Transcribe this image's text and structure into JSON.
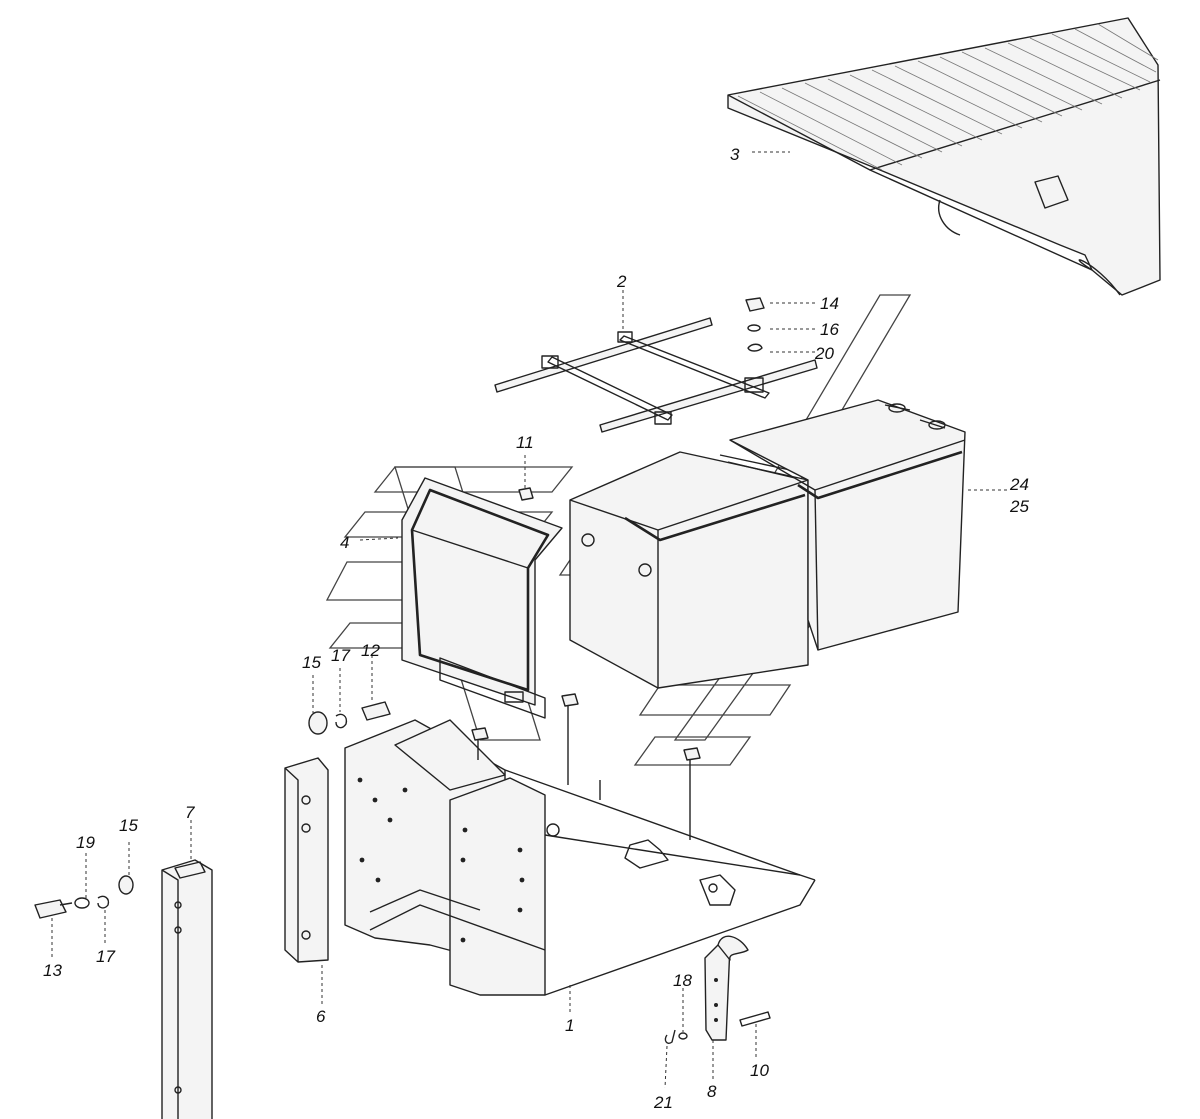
{
  "labels": {
    "l1": "1",
    "l2": "2",
    "l3": "3",
    "l4": "4",
    "l6": "6",
    "l7": "7",
    "l8": "8",
    "l10": "10",
    "l11": "11",
    "l12": "12",
    "l13": "13",
    "l14": "14",
    "l15a": "15",
    "l15b": "15",
    "l16": "16",
    "l17a": "17",
    "l17b": "17",
    "l18": "18",
    "l19": "19",
    "l20": "20",
    "l21": "21",
    "l24": "24",
    "l25": "25"
  }
}
